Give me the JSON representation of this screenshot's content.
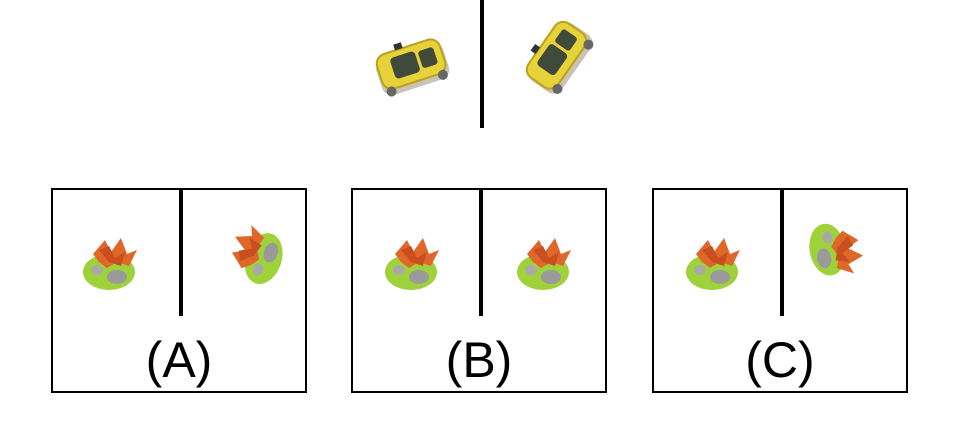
{
  "reference": {
    "left_object": "taxi-car",
    "right_object": "taxi-car-rotated"
  },
  "options": [
    {
      "label": "(A)",
      "left_object": "bush-plant",
      "right_object": "bush-plant-rotated"
    },
    {
      "label": "(B)",
      "left_object": "bush-plant",
      "right_object": "bush-plant"
    },
    {
      "label": "(C)",
      "left_object": "bush-plant",
      "right_object": "bush-plant-rotated"
    }
  ],
  "colors": {
    "taxi_body": "#e8d23a",
    "taxi_window": "#3f4a3a",
    "bush_base": "#9fd13a",
    "bush_leaves": "#e0672a",
    "rock": "#9a9a9a",
    "divider": "#000000"
  }
}
